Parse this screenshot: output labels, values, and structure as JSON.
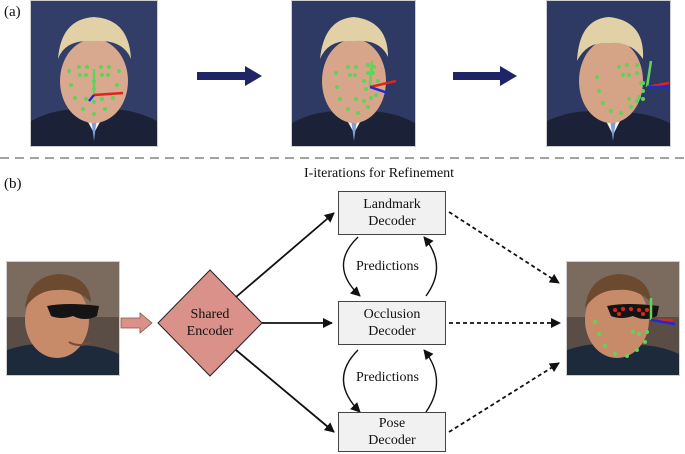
{
  "panel_a": {
    "label": "(a)"
  },
  "panel_b": {
    "label": "(b)",
    "title": "I-iterations for Refinement",
    "encoder": {
      "line1": "Shared",
      "line2": "Encoder"
    },
    "decoders": [
      {
        "line1": "Landmark",
        "line2": "Decoder"
      },
      {
        "line1": "Occlusion",
        "line2": "Decoder"
      },
      {
        "line1": "Pose",
        "line2": "Decoder"
      }
    ],
    "predictions": [
      "Predictions",
      "Predictions"
    ]
  },
  "colors": {
    "arrow_navy": "#1f2466",
    "encoder_fill": "#d9918a",
    "landmark_green": "#5fd35a",
    "pose_red": "#e0241b",
    "pose_blue": "#1e2ad8",
    "background_blue": "#2e3a63"
  }
}
